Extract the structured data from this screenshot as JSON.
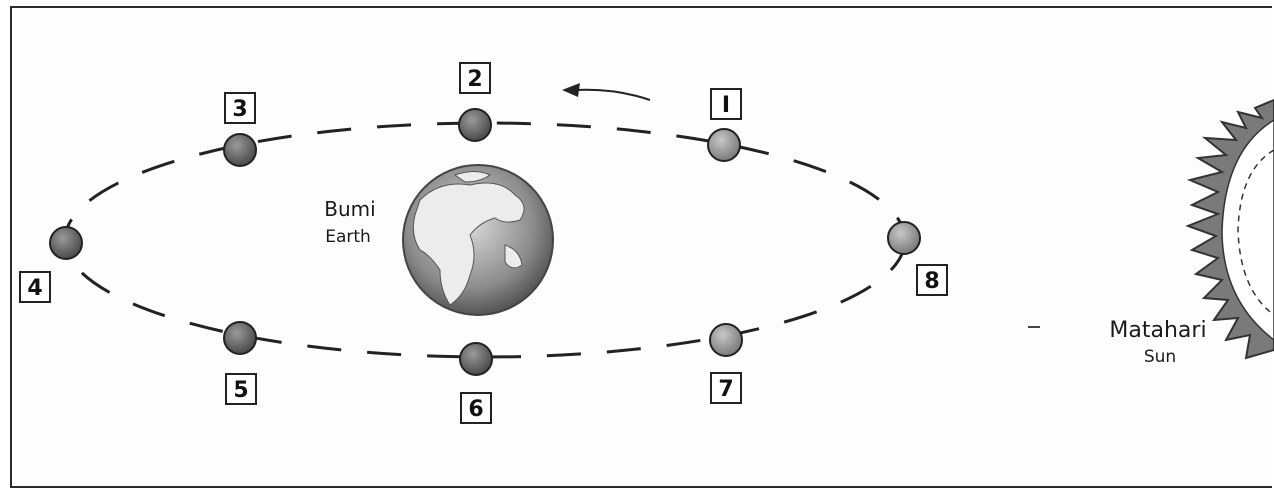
{
  "earth": {
    "name_local": "Bumi",
    "name_en": "Earth"
  },
  "sun": {
    "name_local": "Matahari",
    "name_en": "Sun"
  },
  "positions": [
    {
      "id": "1",
      "label": "I"
    },
    {
      "id": "2",
      "label": "2"
    },
    {
      "id": "3",
      "label": "3"
    },
    {
      "id": "4",
      "label": "4"
    },
    {
      "id": "5",
      "label": "5"
    },
    {
      "id": "6",
      "label": "6"
    },
    {
      "id": "7",
      "label": "7"
    },
    {
      "id": "8",
      "label": "8"
    }
  ],
  "colors": {
    "moon_fill": "#7d7d7d",
    "moon_fill_lit": "#a6a6a6",
    "orbit_stroke": "#222222",
    "earth_ocean": "#9a9a9a",
    "earth_land": "#e6e6e6",
    "sun_flame": "#6e6e6e"
  }
}
